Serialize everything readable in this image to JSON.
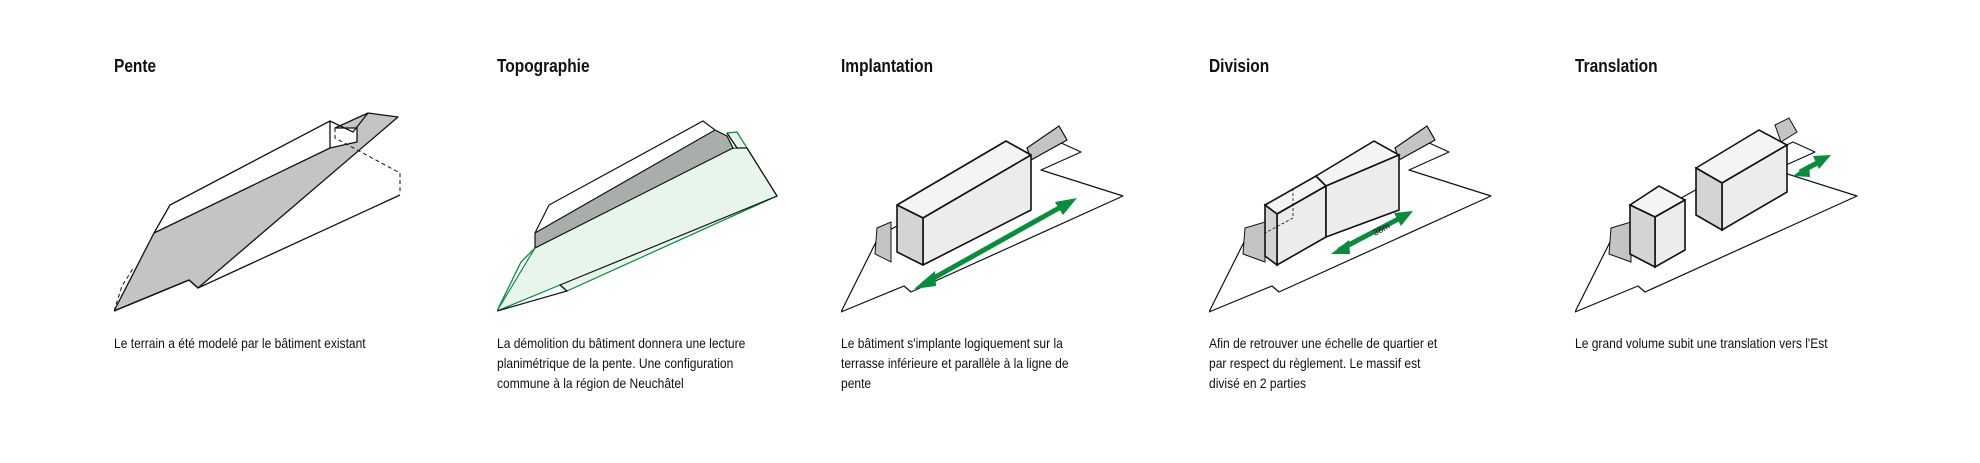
{
  "colors": {
    "slope_fill": "#c4c4c4",
    "terrace_fill": "#e8f5ec",
    "green_accent": "#0b8b3e",
    "volume_fill": "#efefef",
    "volume_shade": "#d4d4d4",
    "outline": "#111111"
  },
  "panels": [
    {
      "title": "Pente",
      "caption": [
        "Le terrain a été modelé par le bâtiment existant"
      ]
    },
    {
      "title": "Topographie",
      "caption": [
        "La démolition du bâtiment donnera une lecture",
        "planimétrique de la pente. Une configuration",
        "commune à la région de Neuchâtel"
      ]
    },
    {
      "title": "Implantation",
      "caption": [
        "Le bâtiment s'implante logiquement sur la",
        "terrasse inférieure et parallèle à la ligne de",
        "pente"
      ]
    },
    {
      "title": "Division",
      "dimension_label": "38m",
      "caption": [
        "Afin de retrouver une échelle de quartier et",
        "par respect du règlement. Le massif est",
        "divisé en 2 parties"
      ]
    },
    {
      "title": "Translation",
      "caption": [
        "Le grand volume subit une translation vers l'Est"
      ]
    }
  ]
}
